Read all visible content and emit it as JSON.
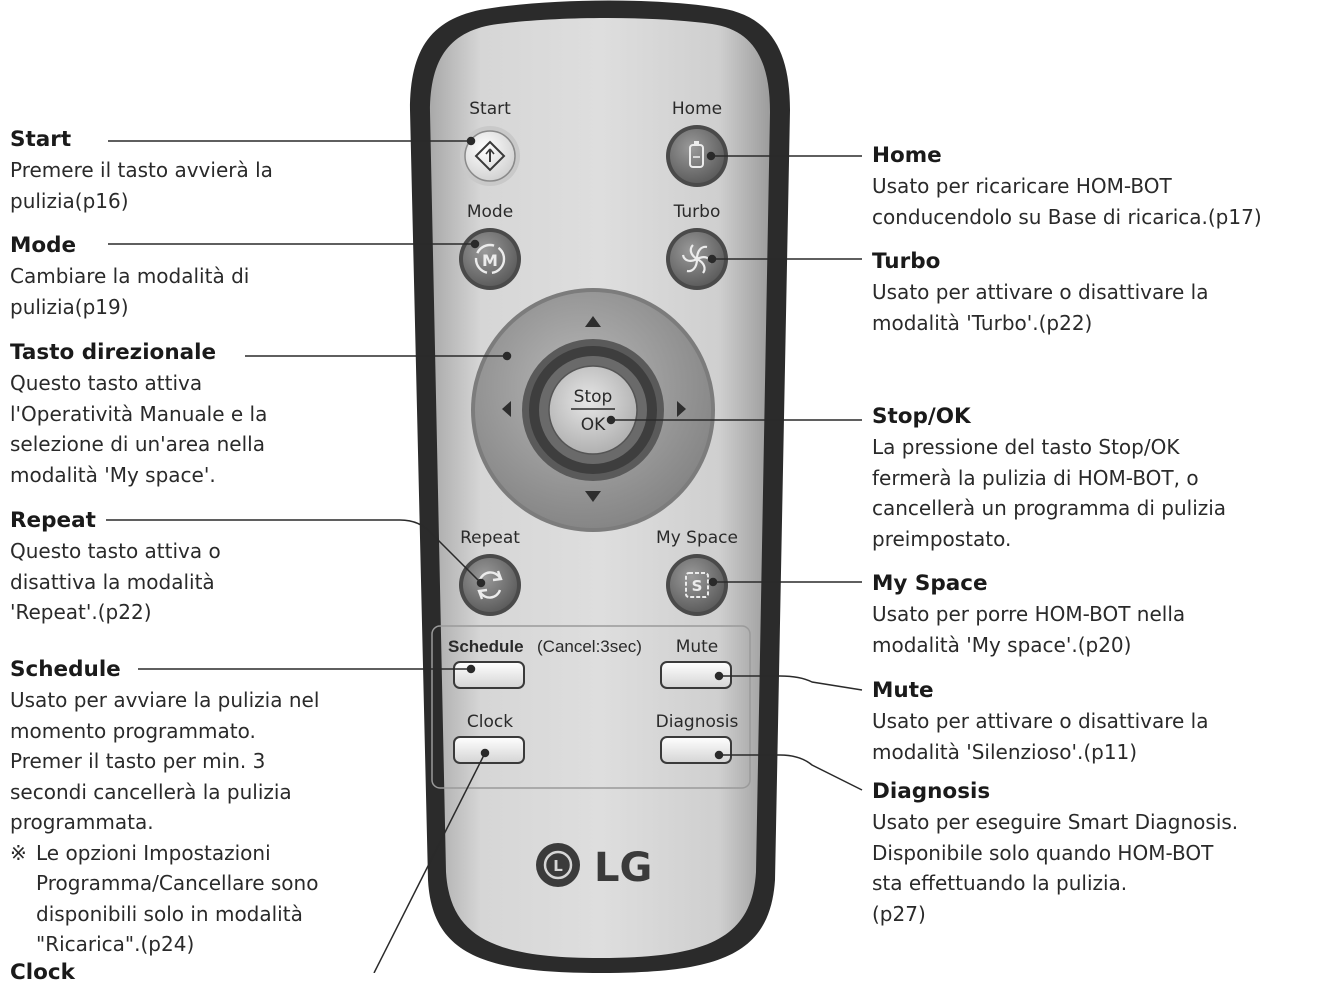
{
  "remote": {
    "labels": {
      "start": "Start",
      "home": "Home",
      "mode": "Mode",
      "turbo": "Turbo",
      "repeat": "Repeat",
      "my_space": "My Space",
      "schedule": "Schedule",
      "schedule_note": "(Cancel:3sec)",
      "mute": "Mute",
      "clock": "Clock",
      "diagnosis": "Diagnosis",
      "stop": "Stop",
      "ok": "OK",
      "mode_glyph": "M",
      "myspace_glyph": "S"
    },
    "logo": "LG",
    "logo_mark": "L",
    "colors": {
      "body": "#2a2a2a",
      "face": "#c4c4c4",
      "button": "#6e6e6e",
      "dpad": "#8a8a8a"
    }
  },
  "annotations": {
    "start": {
      "title": "Start",
      "text": [
        "Premere il tasto avvierà la",
        "pulizia(p16)"
      ]
    },
    "mode": {
      "title": "Mode",
      "text": [
        "Cambiare la modalità di",
        "pulizia(p19)"
      ]
    },
    "direction": {
      "title": "Tasto direzionale",
      "text": [
        "Questo tasto attiva",
        "l'Operatività Manuale e la",
        "selezione di un'area nella",
        "modalità 'My space'."
      ]
    },
    "repeat": {
      "title": "Repeat",
      "text": [
        "Questo tasto attiva o",
        "disattiva la modalità",
        "'Repeat'.(p22)"
      ]
    },
    "schedule": {
      "title": "Schedule",
      "text": [
        "Usato per avviare la pulizia nel",
        "momento programmato.",
        "Premer il tasto per min. 3",
        "secondi cancellerà la pulizia",
        "programmata."
      ],
      "note_mark": "※",
      "note": "Le opzioni Impostazioni Programma/Cancellare sono disponibili solo in modalità \"Ricarica\".(p24)"
    },
    "clock": {
      "title": "Clock"
    },
    "home": {
      "title": "Home",
      "text": [
        "Usato per ricaricare HOM-BOT",
        "conducendolo su Base di ricarica.(p17)"
      ]
    },
    "turbo": {
      "title": "Turbo",
      "text": [
        "Usato per attivare o disattivare la",
        "modalità 'Turbo'.(p22)"
      ]
    },
    "stopok": {
      "title": "Stop/OK",
      "text": [
        "La pressione del tasto Stop/OK",
        "fermerà la pulizia di HOM-BOT, o",
        "cancellerà un programma di pulizia",
        "preimpostato."
      ]
    },
    "myspace": {
      "title": "My Space",
      "text": [
        "Usato per porre HOM-BOT nella",
        "modalità 'My space'.(p20)"
      ]
    },
    "mute": {
      "title": "Mute",
      "text": [
        "Usato per attivare o disattivare la",
        "modalità 'Silenzioso'.(p11)"
      ]
    },
    "diagnosis": {
      "title": "Diagnosis",
      "text": [
        "Usato per eseguire Smart Diagnosis.",
        "Disponibile solo quando HOM-BOT",
        "sta effettuando la pulizia.",
        "(p27)"
      ]
    }
  }
}
